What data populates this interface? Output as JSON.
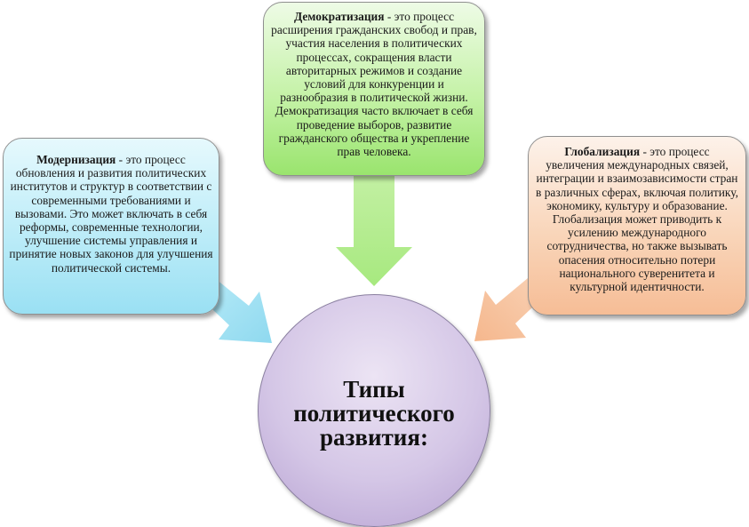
{
  "center": {
    "title": "Типы политического развития:"
  },
  "boxes": {
    "democratization": {
      "term": "Демократизация",
      "text": " - это процесс расширения гражданских свобод и прав, участия населения в политических процессах, сокращения власти авторитарных режимов и создание условий для конкуренции и разнообразия в политической жизни. Демократизация часто включает в себя проведение выборов, развитие гражданского общества и укрепление прав человека."
    },
    "modernization": {
      "term": "Модернизация",
      "text": " - это процесс обновления и развития политических институтов и структур в соответствии с современными требованиями и вызовами. Это может включать в себя реформы, современные технологии, улучшение системы управления и принятие новых законов для улучшения политической системы."
    },
    "globalization": {
      "term": "Глобализация",
      "text": " - это процесс увеличения международных связей, интеграции и взаимозависимости стран в различных сферах, включая политику, экономику, культуру и образование. Глобализация может приводить к усилению международного сотрудничества, но также вызывать опасения относительно потери национального суверенитета и культурной идентичности."
    }
  },
  "colors": {
    "democratization": "#9ae46e",
    "modernization": "#9ae0f3",
    "globalization": "#f6bd96",
    "center": "#b7a2d2"
  }
}
